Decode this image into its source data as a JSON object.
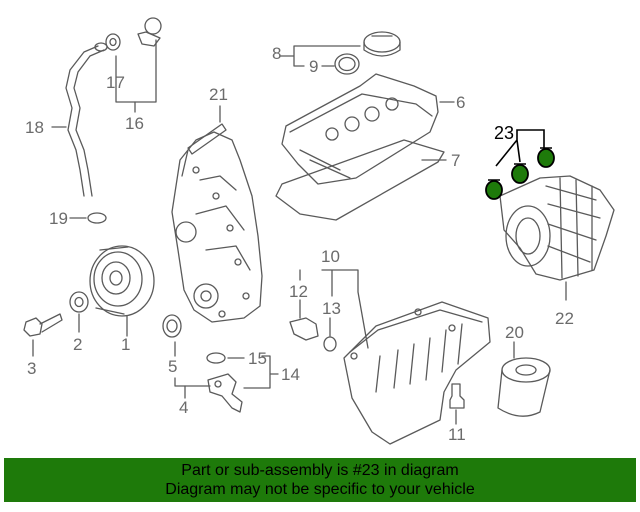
{
  "callouts": {
    "c1": "1",
    "c2": "2",
    "c3": "3",
    "c4": "4",
    "c5": "5",
    "c6": "6",
    "c7": "7",
    "c8": "8",
    "c9": "9",
    "c10": "10",
    "c11": "11",
    "c12": "12",
    "c13": "13",
    "c14": "14",
    "c15": "15",
    "c16": "16",
    "c17": "17",
    "c18": "18",
    "c19": "19",
    "c20": "20",
    "c21": "21",
    "c22": "22",
    "c23": "23"
  },
  "banner": {
    "line1": "Part or sub-assembly is #23 in diagram",
    "line2": "Diagram may not be specific to your vehicle"
  },
  "colors": {
    "banner": "#1e7a0a",
    "highlight": "#1e7a0a",
    "linework": "#5a5a5a",
    "callout": "#6b6b6b"
  }
}
